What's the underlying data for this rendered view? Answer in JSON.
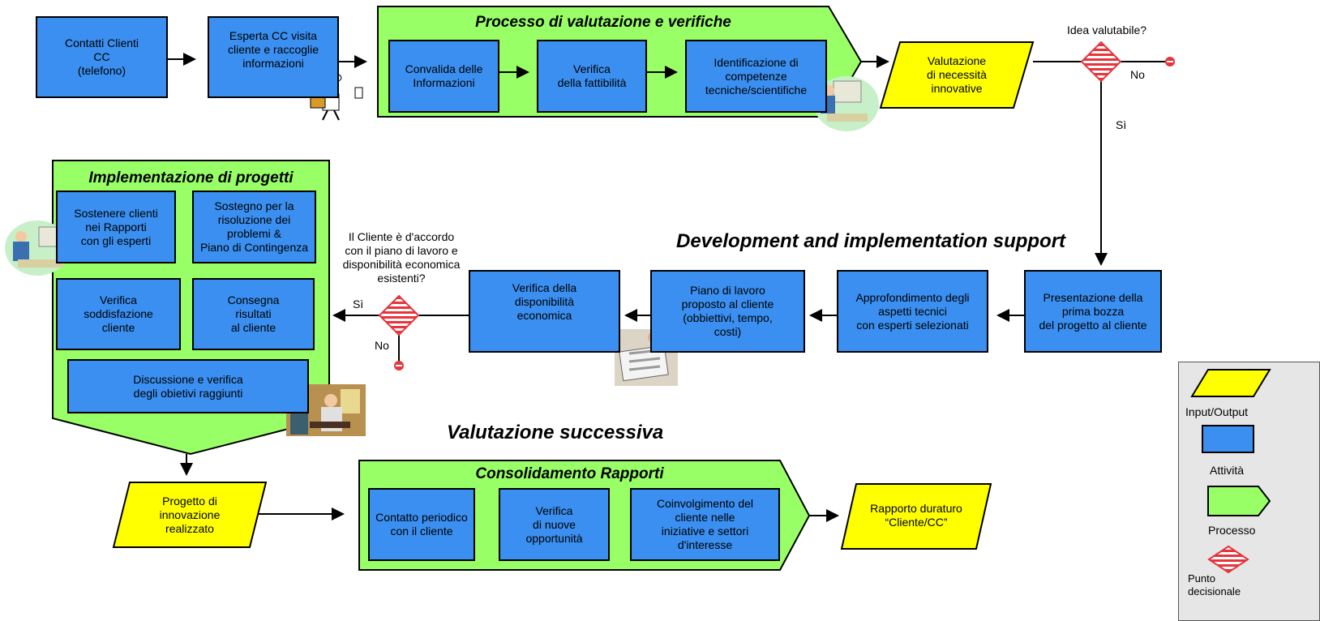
{
  "boxes": {
    "contatti": "Contatti Clienti\nCC\n(telefono)",
    "esperta": "Esperta CC visita\ncliente e raccoglie\ninformazioni",
    "convalida": "Convalida delle\nInformazioni",
    "verifica_fatt": "Verifica\ndella fattibilità",
    "identificazione": "Identificazione di\ncompetenze\ntecniche/scientifiche",
    "presentazione": "Presentazione della\nprima bozza\ndel progetto al cliente",
    "approfondimento": "Approfondimento degli\naspetti tecnici\ncon esperti selezionati",
    "piano": "Piano di lavoro\nproposto al cliente\n(obbiettivi, tempo,\ncosti)",
    "verifica_disp": "Verifica della\ndisponibilità\neconomica",
    "sostenere": "Sostenere clienti\nnei Rapporti\ncon gli esperti",
    "sostegno": "Sostegno per la\nrisoluzione dei\nproblemi &\nPiano di Contingenza",
    "verifica_sodd": "Verifica\nsoddisfazione\ncliente",
    "consegna": "Consegna\nrisultati\nal cliente",
    "discussione": "Discussione e verifica\ndegli obietivi raggiunti",
    "contatto_periodico": "Contatto periodico\ncon il cliente",
    "verifica_nuove": "Verifica\ndi nuove\nopportunità",
    "coinvolgimento": "Coinvolgimento del\ncliente nelle\niniziative e settori\nd'interesse"
  },
  "io": {
    "valutazione": "Valutazione\ndi necessità\ninnovative",
    "progetto": "Progetto di\ninnovazione\nrealizzato",
    "rapporto": "Rapporto duraturo\n“Cliente/CC”"
  },
  "process_titles": {
    "valutazione_verifiche": "Processo di valutazione e verifiche",
    "implementazione": "Implementazione di progetti",
    "consolidamento": "Consolidamento Rapporti"
  },
  "section_titles": {
    "development": "Development and implementation support",
    "successiva": "Valutazione successiva"
  },
  "decisions": {
    "d1_question": "Idea valutabile?",
    "d1_no": "No",
    "d1_yes": "Sì",
    "d2_question": "Il Cliente è d'accordo\ncon il piano di lavoro  e\ndisponibilità economica\nesistenti?",
    "d2_yes": "Sì",
    "d2_no": "No"
  },
  "legend": {
    "input_output": "Input/Output",
    "attivita": "Attività",
    "processo": "Processo",
    "punto": "Punto\ndecisionale"
  },
  "colors": {
    "activity": "#3a8ff0",
    "process": "#99ff66",
    "io": "#ffff00",
    "decision": "#e8343a"
  }
}
